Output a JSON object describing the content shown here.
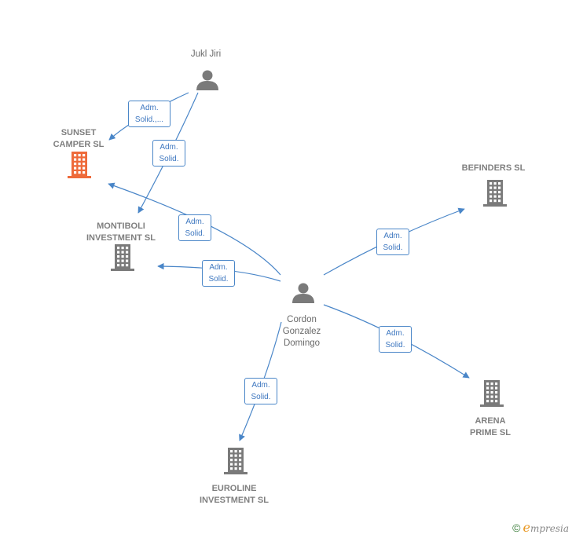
{
  "nodes": {
    "jukl": {
      "label": "Jukl Jiri",
      "kind": "person"
    },
    "sunset": {
      "label": "SUNSET\nCAMPER  SL",
      "kind": "company-highlight"
    },
    "montiboli": {
      "label": "MONTIBOLI\nINVESTMENT SL",
      "kind": "company"
    },
    "befinders": {
      "label": "BEFINDERS  SL",
      "kind": "company"
    },
    "cordon": {
      "label": "Cordon\nGonzalez\nDomingo",
      "kind": "person"
    },
    "arena": {
      "label": "ARENA\nPRIME  SL",
      "kind": "company"
    },
    "euroline": {
      "label": "EUROLINE\nINVESTMENT SL",
      "kind": "company"
    }
  },
  "edges": [
    {
      "from": "jukl",
      "to": "sunset",
      "label": "Adm.\nSolid.,..."
    },
    {
      "from": "jukl",
      "to": "montiboli",
      "label": "Adm.\nSolid."
    },
    {
      "from": "cordon",
      "to": "sunset",
      "label": "Adm.\nSolid."
    },
    {
      "from": "cordon",
      "to": "montiboli",
      "label": "Adm.\nSolid."
    },
    {
      "from": "cordon",
      "to": "befinders",
      "label": "Adm.\nSolid."
    },
    {
      "from": "cordon",
      "to": "arena",
      "label": "Adm.\nSolid."
    },
    {
      "from": "cordon",
      "to": "euroline",
      "label": "Adm.\nSolid."
    }
  ],
  "colors": {
    "edge": "#4a86c8",
    "company": "#7a7a7a",
    "highlight": "#ee6a3a",
    "person": "#7a7a7a"
  },
  "footer": {
    "copyright": "©",
    "brand_initial": "e",
    "brand_rest": "mpresia"
  }
}
